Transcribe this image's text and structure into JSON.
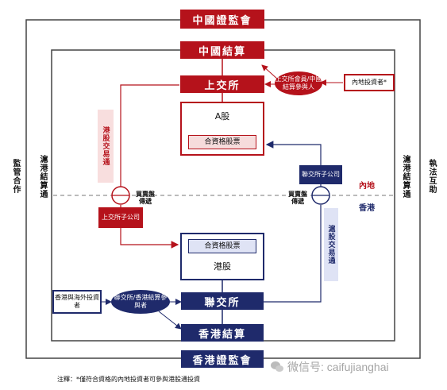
{
  "top": {
    "csrc": "中國證監會",
    "chinaclear": "中國結算",
    "sse": "上交所",
    "investor_mainland": "內地投資者*",
    "sse_member": "上交所會員/中國結算參與人"
  },
  "a_share": {
    "title": "A股",
    "eligible": "合資格股票"
  },
  "hk_share": {
    "title": "港股",
    "eligible": "合資格股票"
  },
  "bottom": {
    "hkex": "聯交所",
    "hkscc": "香港結算",
    "sfc": "香港證監會",
    "investor_hk": "香港與海外投資者",
    "hkex_member": "聯交所/香港結算參與者"
  },
  "side": {
    "left_outer": "監管合作",
    "left_inner": "滬港結算通",
    "right_inner": "滬港結算通",
    "right_outer": "執法互助"
  },
  "middle": {
    "southbound": "港股交易通",
    "northbound": "滬股交易通",
    "sse_sub": "上交所子公司",
    "hkex_sub": "聯交所子公司",
    "order_left": "買賣盤傳遞",
    "order_right": "買賣盤傳遞",
    "mainland": "內地",
    "hongkong": "香港"
  },
  "footnote": "注釋：*僅符合資格的內地投資者可參與港股通投資",
  "watermark": "微信号: caifujianghai",
  "colors": {
    "red": "#b5121b",
    "navy": "#1f2a6b"
  }
}
